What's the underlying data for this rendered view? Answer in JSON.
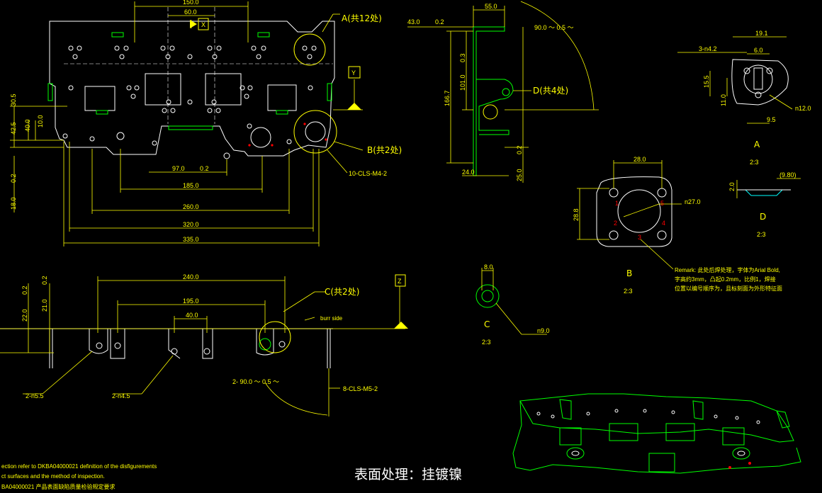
{
  "colors": {
    "background": "#000000",
    "part": "#ffffff",
    "dimension": "#ffff00",
    "tab": "#00ff00",
    "marker": "#ff0000",
    "accent": "#00ffff"
  },
  "top_view": {
    "dims": [
      "150.0",
      "60.0",
      "30.5",
      "42.5",
      "40.0",
      "10.0",
      "0.2",
      "18.0",
      "97.0",
      "0.2",
      "185.0",
      "260.0",
      "320.0",
      "335.0"
    ],
    "ref_x": "X",
    "ref_y": "Y",
    "callout_a": "A(共12处)",
    "callout_b": "B(共2处)",
    "thread_note": "10-CLS-M4-2"
  },
  "side_view": {
    "dims": [
      "55.0",
      "43.0",
      "0.2",
      "166.7",
      "101.0",
      "0.3",
      "24.0",
      "0.2",
      "25.0",
      "90.0 ～ 0.5 ～"
    ],
    "callout_d": "D(共4处)"
  },
  "detail_a": {
    "dims": [
      "19.1",
      "6.0",
      "3-n4.2",
      "15.5",
      "11.0",
      "9.5",
      "n12.0"
    ],
    "label": "A",
    "scale": "2:3"
  },
  "detail_d": {
    "dims": [
      "2.0",
      "(9.80)"
    ],
    "label": "D",
    "scale": "2:3"
  },
  "detail_b": {
    "dims": [
      "28.0",
      "28.8",
      "n27.0"
    ],
    "numbers": [
      "1",
      "2",
      "3",
      "4",
      "5"
    ],
    "label": "B",
    "scale": "2:3",
    "remark": [
      "Remark: 此处后焊处理，字体为Arial Bold,",
      "字高约3mm，凸起0.2mm，比例1，焊接",
      "位置以编号顺序为，且标刻面为外形特征面"
    ]
  },
  "detail_c": {
    "dims": [
      "8.0",
      "n9.0"
    ],
    "label": "C",
    "scale": "2:3"
  },
  "front_view": {
    "dims": [
      "240.0",
      "195.0",
      "40.0",
      "22.0",
      "0.2",
      "21.0",
      "0.2"
    ],
    "callout_c": "C(共2处)",
    "burr": "burr side",
    "ref_z": "Z",
    "hole1": "2-n5.5",
    "hole2": "2-n4.5",
    "angle": "2- 90.0 ～ 0.5 ～",
    "thread_note": "8-CLS-M5-2"
  },
  "notes": {
    "lines": [
      "ection refer to DKBA04000021 definition of the disfigurements",
      "ct surfaces and the method of inspection.",
      "BA04000021 产品表面缺陷质量检验规定要求"
    ],
    "surface": "表面处理：挂镀镍"
  }
}
